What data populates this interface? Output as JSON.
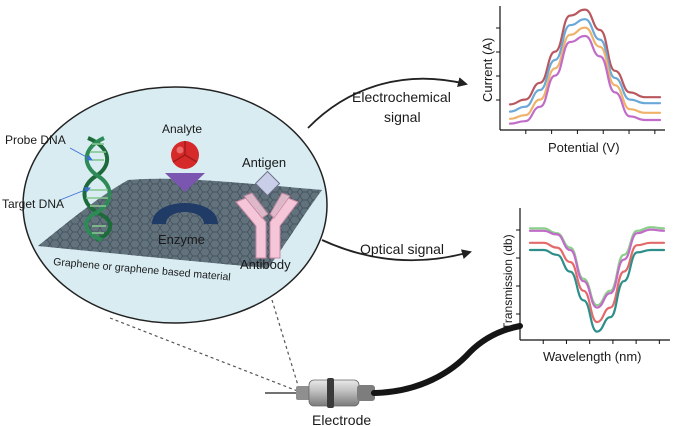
{
  "labels": {
    "probe_dna": "Probe DNA",
    "target_dna": "Target DNA",
    "analyte": "Analyte",
    "antigen": "Antigen",
    "enzyme": "Enzyme",
    "antibody": "Antibody",
    "graphene": "Graphene or graphene based material",
    "electrochemical_line1": "Electrochemical",
    "electrochemical_line2": "signal",
    "optical": "Optical signal",
    "electrode": "Electrode"
  },
  "colors": {
    "circle_fill": "#d8ecf2",
    "circle_stroke": "#222222",
    "graphene": "#556570",
    "dna_strand_a": "#1d6b3a",
    "dna_strand_b": "#2e8b57",
    "analyte": "#d62a2a",
    "enzyme": "#1f3b66",
    "triangle": "#7b56b0",
    "antigen": "#c9cfe8",
    "antibody": "#f4c6d8"
  },
  "chart_data": [
    {
      "type": "line",
      "xlabel": "Potential (V)",
      "ylabel": "Current (A)",
      "series": [
        {
          "color": "#b8585e",
          "values": [
            0.18,
            0.22,
            0.36,
            0.62,
            0.92,
            0.97,
            0.8,
            0.46,
            0.28,
            0.24,
            0.24
          ]
        },
        {
          "color": "#6aa8d8",
          "values": [
            0.12,
            0.16,
            0.3,
            0.55,
            0.84,
            0.89,
            0.72,
            0.4,
            0.22,
            0.19,
            0.19
          ]
        },
        {
          "color": "#f0b26a",
          "values": [
            0.06,
            0.09,
            0.22,
            0.48,
            0.76,
            0.82,
            0.66,
            0.34,
            0.14,
            0.11,
            0.11
          ]
        },
        {
          "color": "#c06cc8",
          "values": [
            0.02,
            0.04,
            0.16,
            0.42,
            0.7,
            0.75,
            0.58,
            0.28,
            0.08,
            0.05,
            0.05
          ]
        }
      ]
    },
    {
      "type": "line",
      "xlabel": "Wavelength (nm)",
      "ylabel": "Transmission (db)",
      "series": [
        {
          "color": "#8bcf8a",
          "values": [
            0.88,
            0.88,
            0.84,
            0.72,
            0.46,
            0.24,
            0.36,
            0.66,
            0.86,
            0.89,
            0.88
          ]
        },
        {
          "color": "#c06cc8",
          "values": [
            0.86,
            0.86,
            0.83,
            0.7,
            0.44,
            0.22,
            0.34,
            0.62,
            0.84,
            0.87,
            0.86
          ]
        },
        {
          "color": "#e36a6a",
          "values": [
            0.76,
            0.76,
            0.72,
            0.6,
            0.36,
            0.1,
            0.22,
            0.52,
            0.74,
            0.76,
            0.76
          ]
        },
        {
          "color": "#2e8f8a",
          "values": [
            0.7,
            0.7,
            0.66,
            0.52,
            0.28,
            0.02,
            0.14,
            0.44,
            0.68,
            0.7,
            0.7
          ]
        }
      ]
    }
  ]
}
